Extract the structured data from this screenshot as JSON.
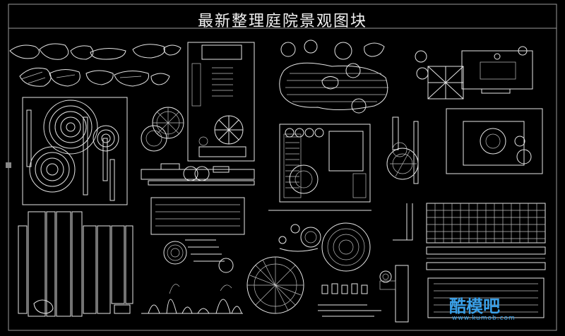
{
  "title": "最新整理庭院景观图块",
  "watermark": {
    "logo_text": "酷模吧",
    "url": "www.kumob.com"
  },
  "colors": {
    "background": "#000000",
    "linework": "#e6e6e6",
    "watermark": "#3aa0e8"
  }
}
